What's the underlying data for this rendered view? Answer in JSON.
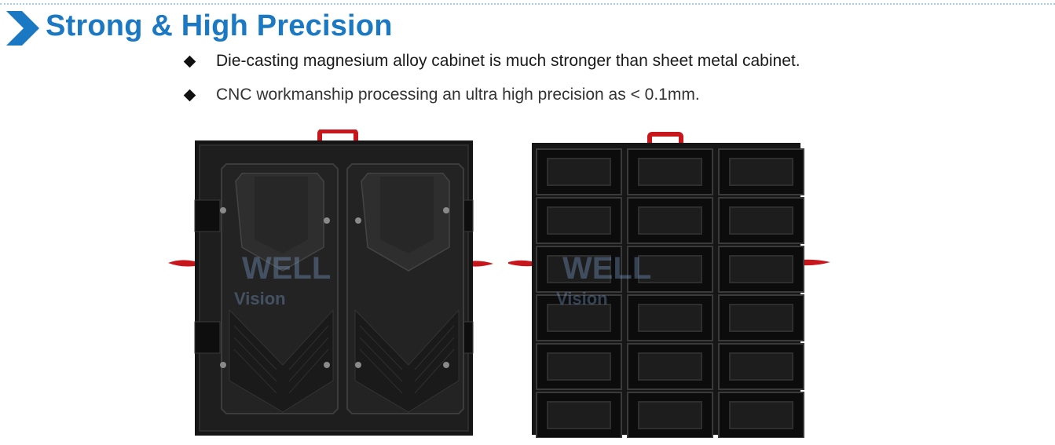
{
  "header": {
    "title": "Strong & High Precision",
    "accent_color": "#1b78c2",
    "chevron_color": "#1b78c2"
  },
  "bullets": [
    "Die-casting magnesium alloy cabinet is much stronger than sheet metal cabinet.",
    "CNC workmanship processing an ultra high precision as < 0.1mm."
  ],
  "images": {
    "front": {
      "description_icon": "cabinet-front-icon",
      "handle_color": "#c8161d"
    },
    "back": {
      "description_icon": "cabinet-back-icon",
      "handle_color": "#c8161d"
    }
  },
  "watermark": {
    "line1": "WELL",
    "line2": "Vision"
  }
}
